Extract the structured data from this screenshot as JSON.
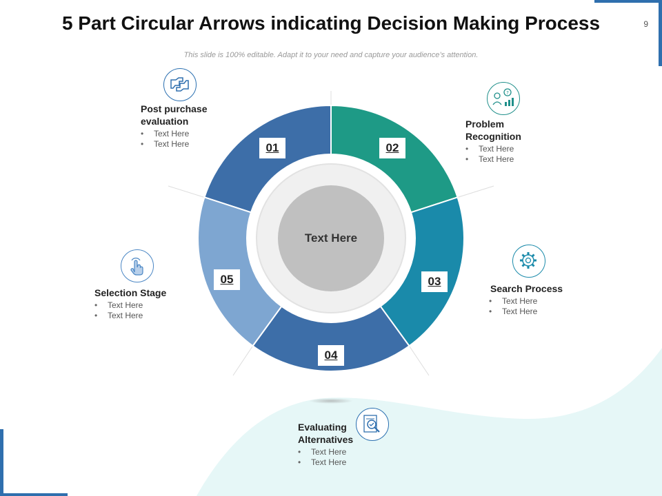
{
  "slide": {
    "title": "5 Part Circular Arrows indicating Decision Making Process",
    "page_number": "9",
    "subtitle": "This slide is 100% editable. Adapt it to your need and capture your audience’s attention.",
    "center_text": "Text Here"
  },
  "colors": {
    "seg1": "#3d6ea8",
    "seg2": "#1e9a86",
    "seg3": "#1a8aaa",
    "seg4": "#3d6ea8",
    "seg5": "#7ea6d1",
    "accent_blue": "#2f6fae",
    "wave": "#e6f7f7"
  },
  "steps": [
    {
      "number": "01",
      "title_line1": "Post purchase",
      "title_line2": "evaluation",
      "bullets": [
        "Text Here",
        "Text Here"
      ],
      "icon": "handshake-icon"
    },
    {
      "number": "02",
      "title_line1": "Problem",
      "title_line2": "Recognition",
      "bullets": [
        "Text Here",
        "Text Here"
      ],
      "icon": "idea-chart-icon"
    },
    {
      "number": "03",
      "title_line1": "Search Process",
      "title_line2": "",
      "bullets": [
        "Text Here",
        "Text Here"
      ],
      "icon": "gear-search-icon"
    },
    {
      "number": "04",
      "title_line1": "Evaluating",
      "title_line2": "Alternatives",
      "bullets": [
        "Text Here",
        "Text Here"
      ],
      "icon": "document-check-icon"
    },
    {
      "number": "05",
      "title_line1": "Selection Stage",
      "title_line2": "",
      "bullets": [
        "Text Here",
        "Text Here"
      ],
      "icon": "hand-pointer-icon"
    }
  ]
}
